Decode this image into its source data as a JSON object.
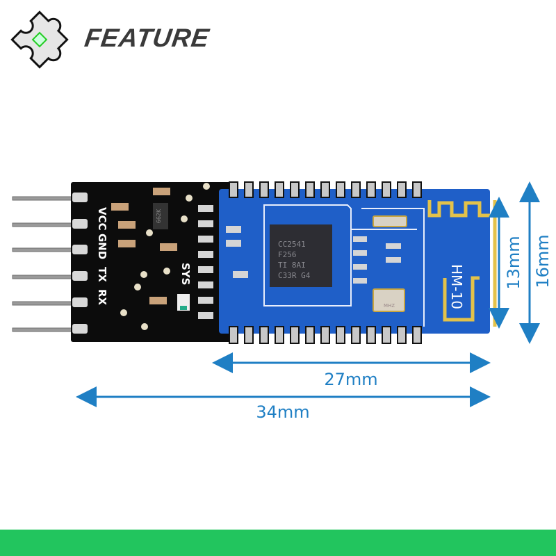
{
  "header": {
    "title": "FEATURE",
    "logo_icon": "puzzle-chip-icon"
  },
  "board": {
    "pin_labels": [
      "VCC",
      "GND",
      "TX",
      "RX"
    ],
    "status_label": "SYS",
    "chip_lines": [
      "CC2541",
      "F256",
      "TI 8AI",
      "C33R G4"
    ],
    "module_label": "HM-10",
    "ic_marking": "662K",
    "crystal_marking": "MHZ"
  },
  "dimensions": {
    "module_width": "27mm",
    "board_width": "34mm",
    "module_height": "13mm",
    "board_height": "16mm"
  },
  "colors": {
    "accent": "#1f7fc4",
    "footer": "#22c55e",
    "module_blue": "#1f5fc8",
    "board_black": "#0c0c0c"
  }
}
